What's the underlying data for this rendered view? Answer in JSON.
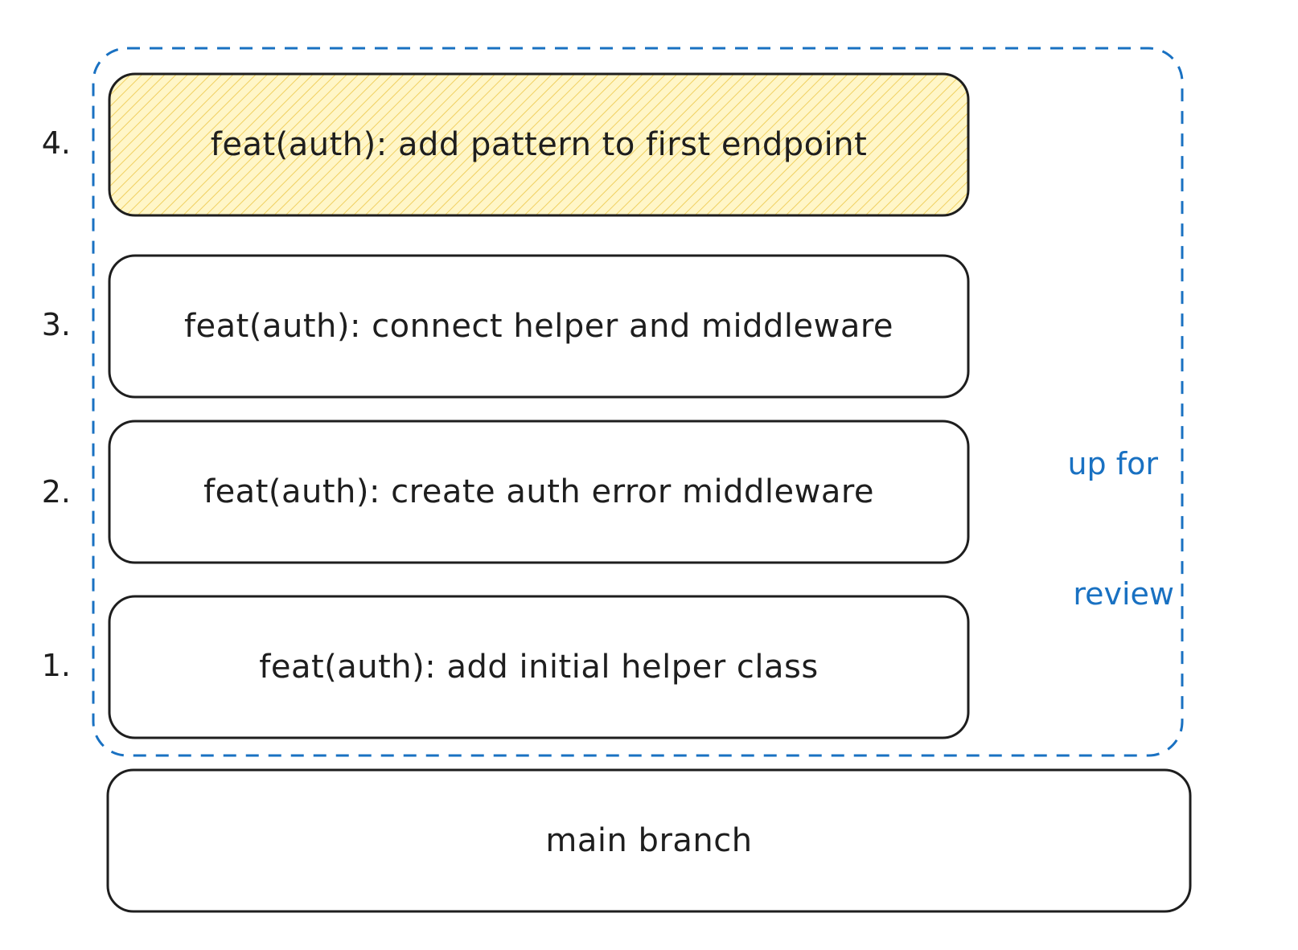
{
  "commits": [
    {
      "number": "4.",
      "message": "feat(auth): add pattern to first endpoint",
      "highlighted": true
    },
    {
      "number": "3.",
      "message": "feat(auth): connect helper and middleware",
      "highlighted": false
    },
    {
      "number": "2.",
      "message": "feat(auth): create auth error middleware",
      "highlighted": false
    },
    {
      "number": "1.",
      "message": "feat(auth): add initial helper class",
      "highlighted": false
    }
  ],
  "base": {
    "label": "main branch"
  },
  "review_group": {
    "label_line1": "up for",
    "label_line2": "review"
  },
  "colors": {
    "stroke": "#1e1e1e",
    "highlight_fill": "#ffec99",
    "highlight_hatch": "#f0d060",
    "review_accent": "#1971c2",
    "background": "#ffffff"
  }
}
